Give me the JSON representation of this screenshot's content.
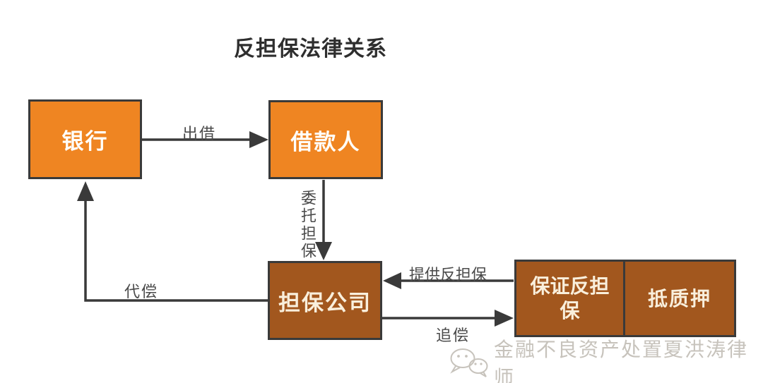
{
  "title": "反担保法律关系",
  "nodes": {
    "bank": {
      "label": "银行"
    },
    "borrower": {
      "label": "借款人"
    },
    "guarantee_company": {
      "label": "担保公司"
    },
    "guarantee_counter": {
      "label": "保证反担保"
    },
    "pledge": {
      "label": "抵质押"
    }
  },
  "edges": {
    "lend": {
      "label": "出借",
      "from": "bank",
      "to": "borrower"
    },
    "entrust": {
      "label": "委托担保",
      "from": "borrower",
      "to": "guarantee_company"
    },
    "provide_counter": {
      "label": "提供反担保",
      "from": "guarantee_counter",
      "to": "guarantee_company"
    },
    "recourse": {
      "label": "追偿",
      "from": "guarantee_company",
      "to": "guarantee_counter"
    },
    "compensate": {
      "label": "代偿",
      "from": "guarantee_company",
      "to": "bank"
    }
  },
  "watermark": {
    "icon": "wechat-icon",
    "text": "金融不良资产处置夏洪涛律师"
  },
  "colors": {
    "orange": "#EF8522",
    "brown": "#A2571E",
    "outline": "#3A3A3A",
    "label": "#4A4A4A",
    "title": "#2E2E2E",
    "watermark": "#C7C3BC"
  }
}
